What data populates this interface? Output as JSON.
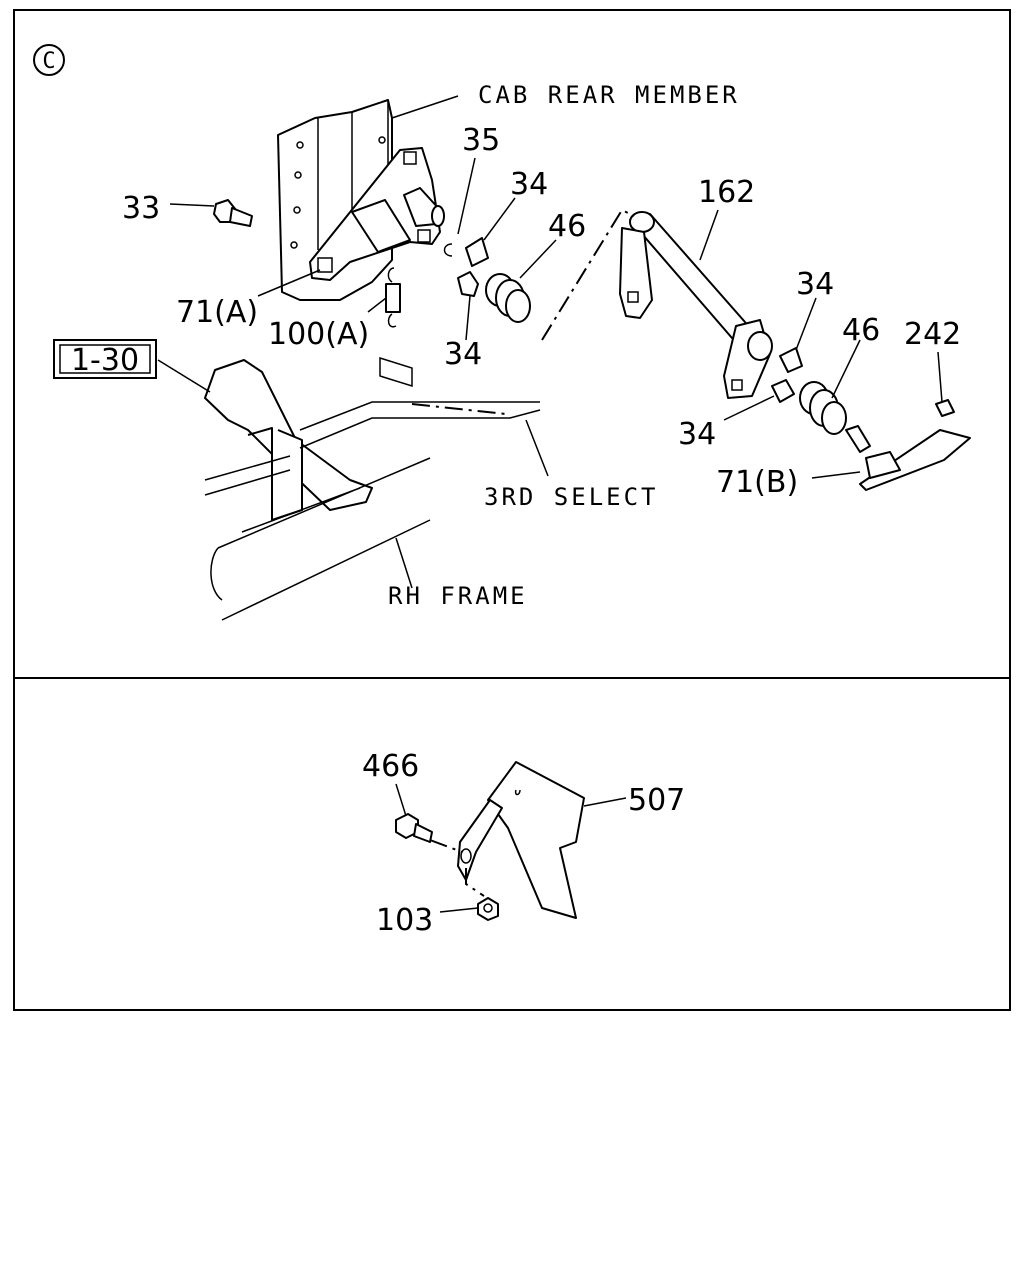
{
  "section_marker": "C",
  "panel_top": {
    "names": {
      "cab_rear_member": "CAB REAR MEMBER",
      "third_select": "3RD SELECT",
      "rh_frame": "RH FRAME"
    },
    "ref_box": "1-30",
    "callouts": {
      "c35": "35",
      "c34a": "34",
      "c33": "33",
      "c46a": "46",
      "c162": "162",
      "c71a": "71(A)",
      "c100a": "100(A)",
      "c34b": "34",
      "c34c": "34",
      "c46b": "46",
      "c242": "242",
      "c34d": "34",
      "c71b": "71(B)"
    }
  },
  "panel_bottom": {
    "callouts": {
      "c466": "466",
      "c507": "507",
      "c103": "103"
    }
  }
}
